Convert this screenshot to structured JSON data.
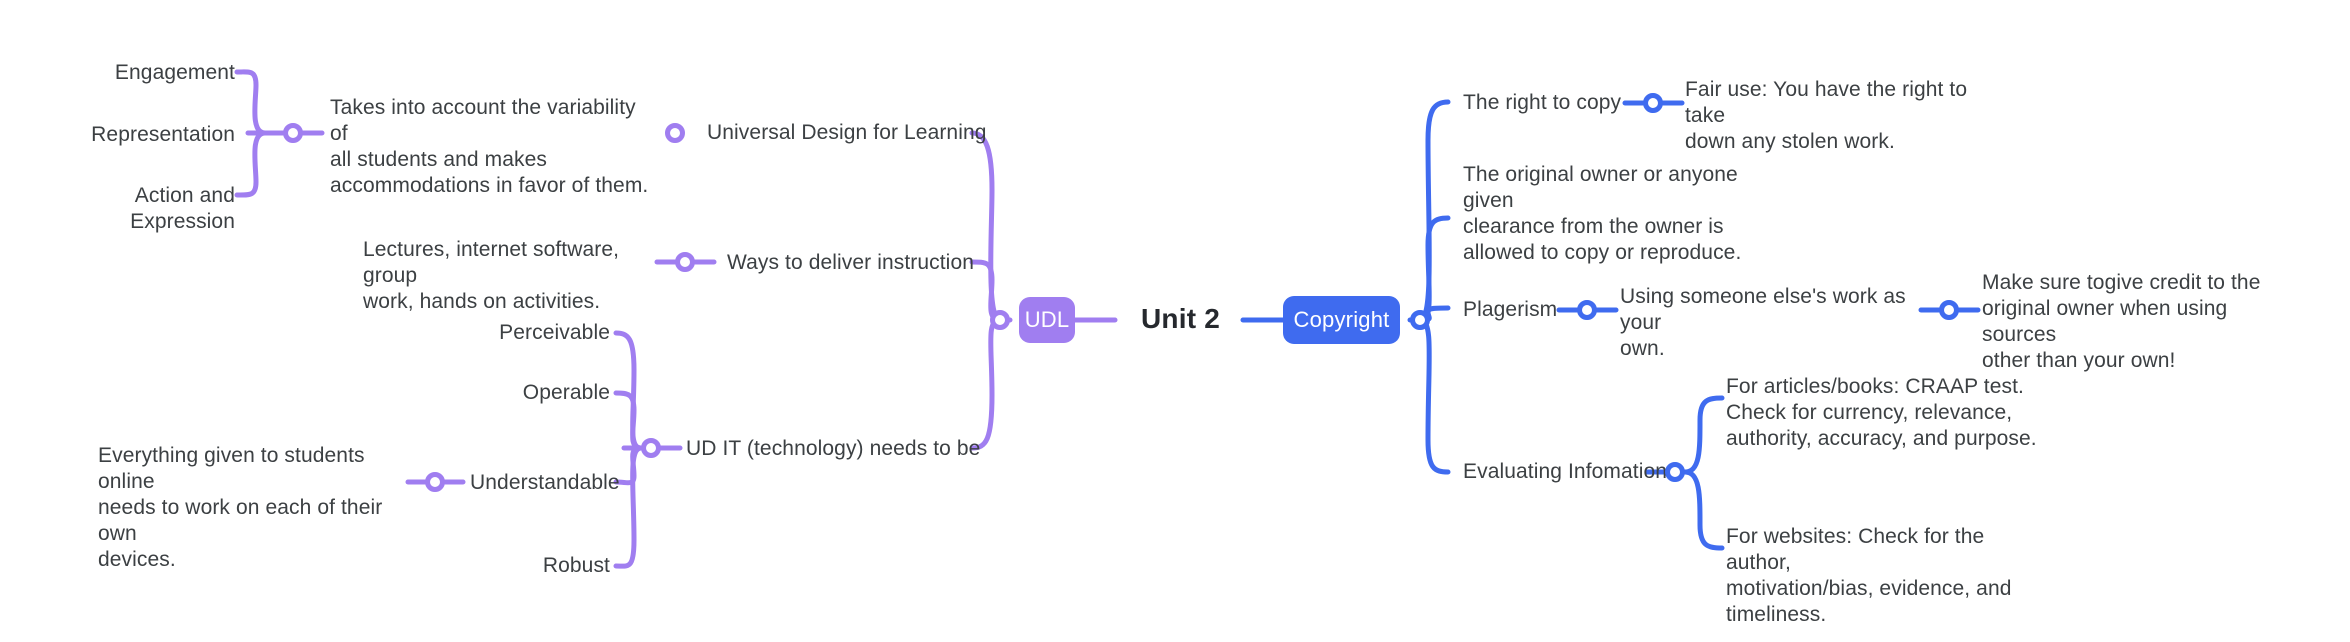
{
  "meta": {
    "kind": "mind-map",
    "background": "#ffffff",
    "colors": {
      "purple_branch": "#a07ef0",
      "blue_branch": "#3f6bef",
      "text": "#3c4043",
      "root_text": "#26292e",
      "pill_text": "#ffffff"
    }
  },
  "root": {
    "label": "Unit 2"
  },
  "branches": [
    {
      "id": "udl",
      "label": "UDL",
      "side": "left",
      "color": "#a07ef0",
      "children": [
        {
          "id": "udl-1",
          "label": "Universal Design for Learning",
          "detail": "Takes into account the variability of\nall students and makes\naccommodations in favor of them.",
          "leaves": [
            "Engagement",
            "Representation",
            "Action and Expression"
          ]
        },
        {
          "id": "udl-2",
          "label": "Ways to deliver instruction",
          "detail": "Lectures, internet software, group\nwork, hands on activities.",
          "leaves": []
        },
        {
          "id": "udl-3",
          "label": "UD IT (technology) needs to be",
          "detail": "",
          "leaves": [
            "Perceivable",
            "Operable",
            "Understandable",
            "Robust"
          ],
          "leaf_detail": {
            "on": "Understandable",
            "text": "Everything given to students online\nneeds to work on each of their own\ndevices."
          }
        }
      ]
    },
    {
      "id": "copyright",
      "label": "Copyright",
      "side": "right",
      "color": "#3f6bef",
      "children": [
        {
          "id": "cpy-1",
          "label": "The right to copy",
          "detail": "Fair use: You have the right to take\ndown any stolen work."
        },
        {
          "id": "cpy-2",
          "label": "The original owner or anyone given\nclearance from the owner is\nallowed to copy or reproduce.",
          "detail": ""
        },
        {
          "id": "cpy-3",
          "label": "Plagerism",
          "detail": "Using someone else's work as your\nown.",
          "detail2": "Make sure togive credit to the\noriginal owner when using sources\nother than your own!"
        },
        {
          "id": "cpy-4",
          "label": "Evaluating Infomation",
          "detail": "For articles/books: CRAAP test.\nCheck for currency, relevance,\nauthority, accuracy, and purpose.",
          "detail2": "For websites: Check for the author,\nmotivation/bias, evidence, and\ntimeliness."
        }
      ]
    }
  ],
  "labels": {
    "engagement": "Engagement",
    "representation": "Representation",
    "action_and_expression": "Action and Expression",
    "udl_group_detail": "Takes into account the variability of\nall students and makes\naccommodations in favor of them.",
    "universal_design": "Universal Design for Learning",
    "deliver_detail": "Lectures, internet software, group\nwork, hands on activities.",
    "ways_to_deliver": "Ways to deliver instruction",
    "perceivable": "Perceivable",
    "operable": "Operable",
    "understandable": "Understandable",
    "robust": "Robust",
    "understandable_detail": "Everything given to students online\nneeds to work on each of their own\ndevices.",
    "ud_it": "UD IT (technology) needs to be",
    "udl_pill": "UDL",
    "root": "Unit 2",
    "copyright_pill": "Copyright",
    "right_to_copy": "The right to copy",
    "fair_use": "Fair use: You have the right to take\ndown any stolen work.",
    "original_owner": "The original owner or anyone given\nclearance from the owner is\nallowed to copy or reproduce.",
    "plagerism": "Plagerism",
    "plagerism_detail": "Using someone else's work as your\nown.",
    "plagerism_detail2": "Make sure togive credit to the\noriginal owner when using sources\nother than your own!",
    "evaluating": "Evaluating Infomation",
    "eval_articles": "For articles/books: CRAAP test.\nCheck for currency, relevance,\nauthority, accuracy, and purpose.",
    "eval_websites": "For websites: Check for the author,\nmotivation/bias, evidence, and\ntimeliness."
  }
}
